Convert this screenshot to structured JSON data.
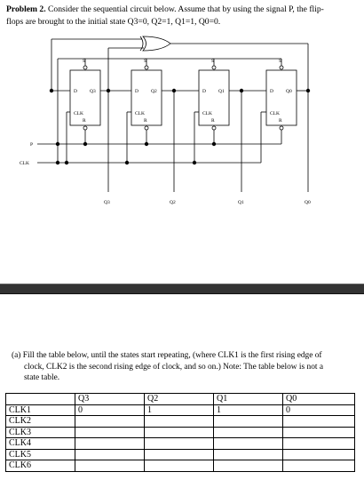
{
  "problem": {
    "label": "Problem 2.",
    "text_line1": " Consider the sequential circuit below. Assume that by using the signal P, the flip-",
    "text_line2": "flops are brought to the initial state Q3=0, Q2=1, Q1=1, Q0=0."
  },
  "circuit": {
    "flipflops": [
      {
        "name": "ff3",
        "s": "S",
        "d": "D",
        "q": "Q3",
        "clk": "CLK",
        "r": "R"
      },
      {
        "name": "ff2",
        "s": "S",
        "d": "D",
        "q": "Q2",
        "clk": "CLK",
        "r": "R"
      },
      {
        "name": "ff1",
        "s": "S",
        "d": "D",
        "q": "Q1",
        "clk": "CLK",
        "r": "R"
      },
      {
        "name": "ff0",
        "s": "S",
        "d": "D",
        "q": "Q0",
        "clk": "CLK",
        "r": "R"
      }
    ],
    "input_p": "P",
    "input_clk": "CLK",
    "outputs": [
      "Q3",
      "Q2",
      "Q1",
      "Q0"
    ],
    "gate": "xor-gate"
  },
  "part_a": {
    "line1": "(a) Fill the table below, until the states start repeating, (where CLK1 is the first rising edge of",
    "line2": "clock, CLK2 is the second rising edge of clock, and so on.) Note: The table below is not a",
    "line3": "state table."
  },
  "table": {
    "headers": [
      "",
      "Q3",
      "Q2",
      "Q1",
      "Q0"
    ],
    "rows": [
      {
        "label": "CLK1",
        "cells": [
          "0",
          "1",
          "1",
          "0"
        ]
      },
      {
        "label": "CLK2",
        "cells": [
          "",
          "",
          "",
          ""
        ]
      },
      {
        "label": "CLK3",
        "cells": [
          "",
          "",
          "",
          ""
        ]
      },
      {
        "label": "CLK4",
        "cells": [
          "",
          "",
          "",
          ""
        ]
      },
      {
        "label": "CLK5",
        "cells": [
          "",
          "",
          "",
          ""
        ]
      },
      {
        "label": "CLK6",
        "cells": [
          "",
          "",
          "",
          ""
        ]
      }
    ]
  }
}
